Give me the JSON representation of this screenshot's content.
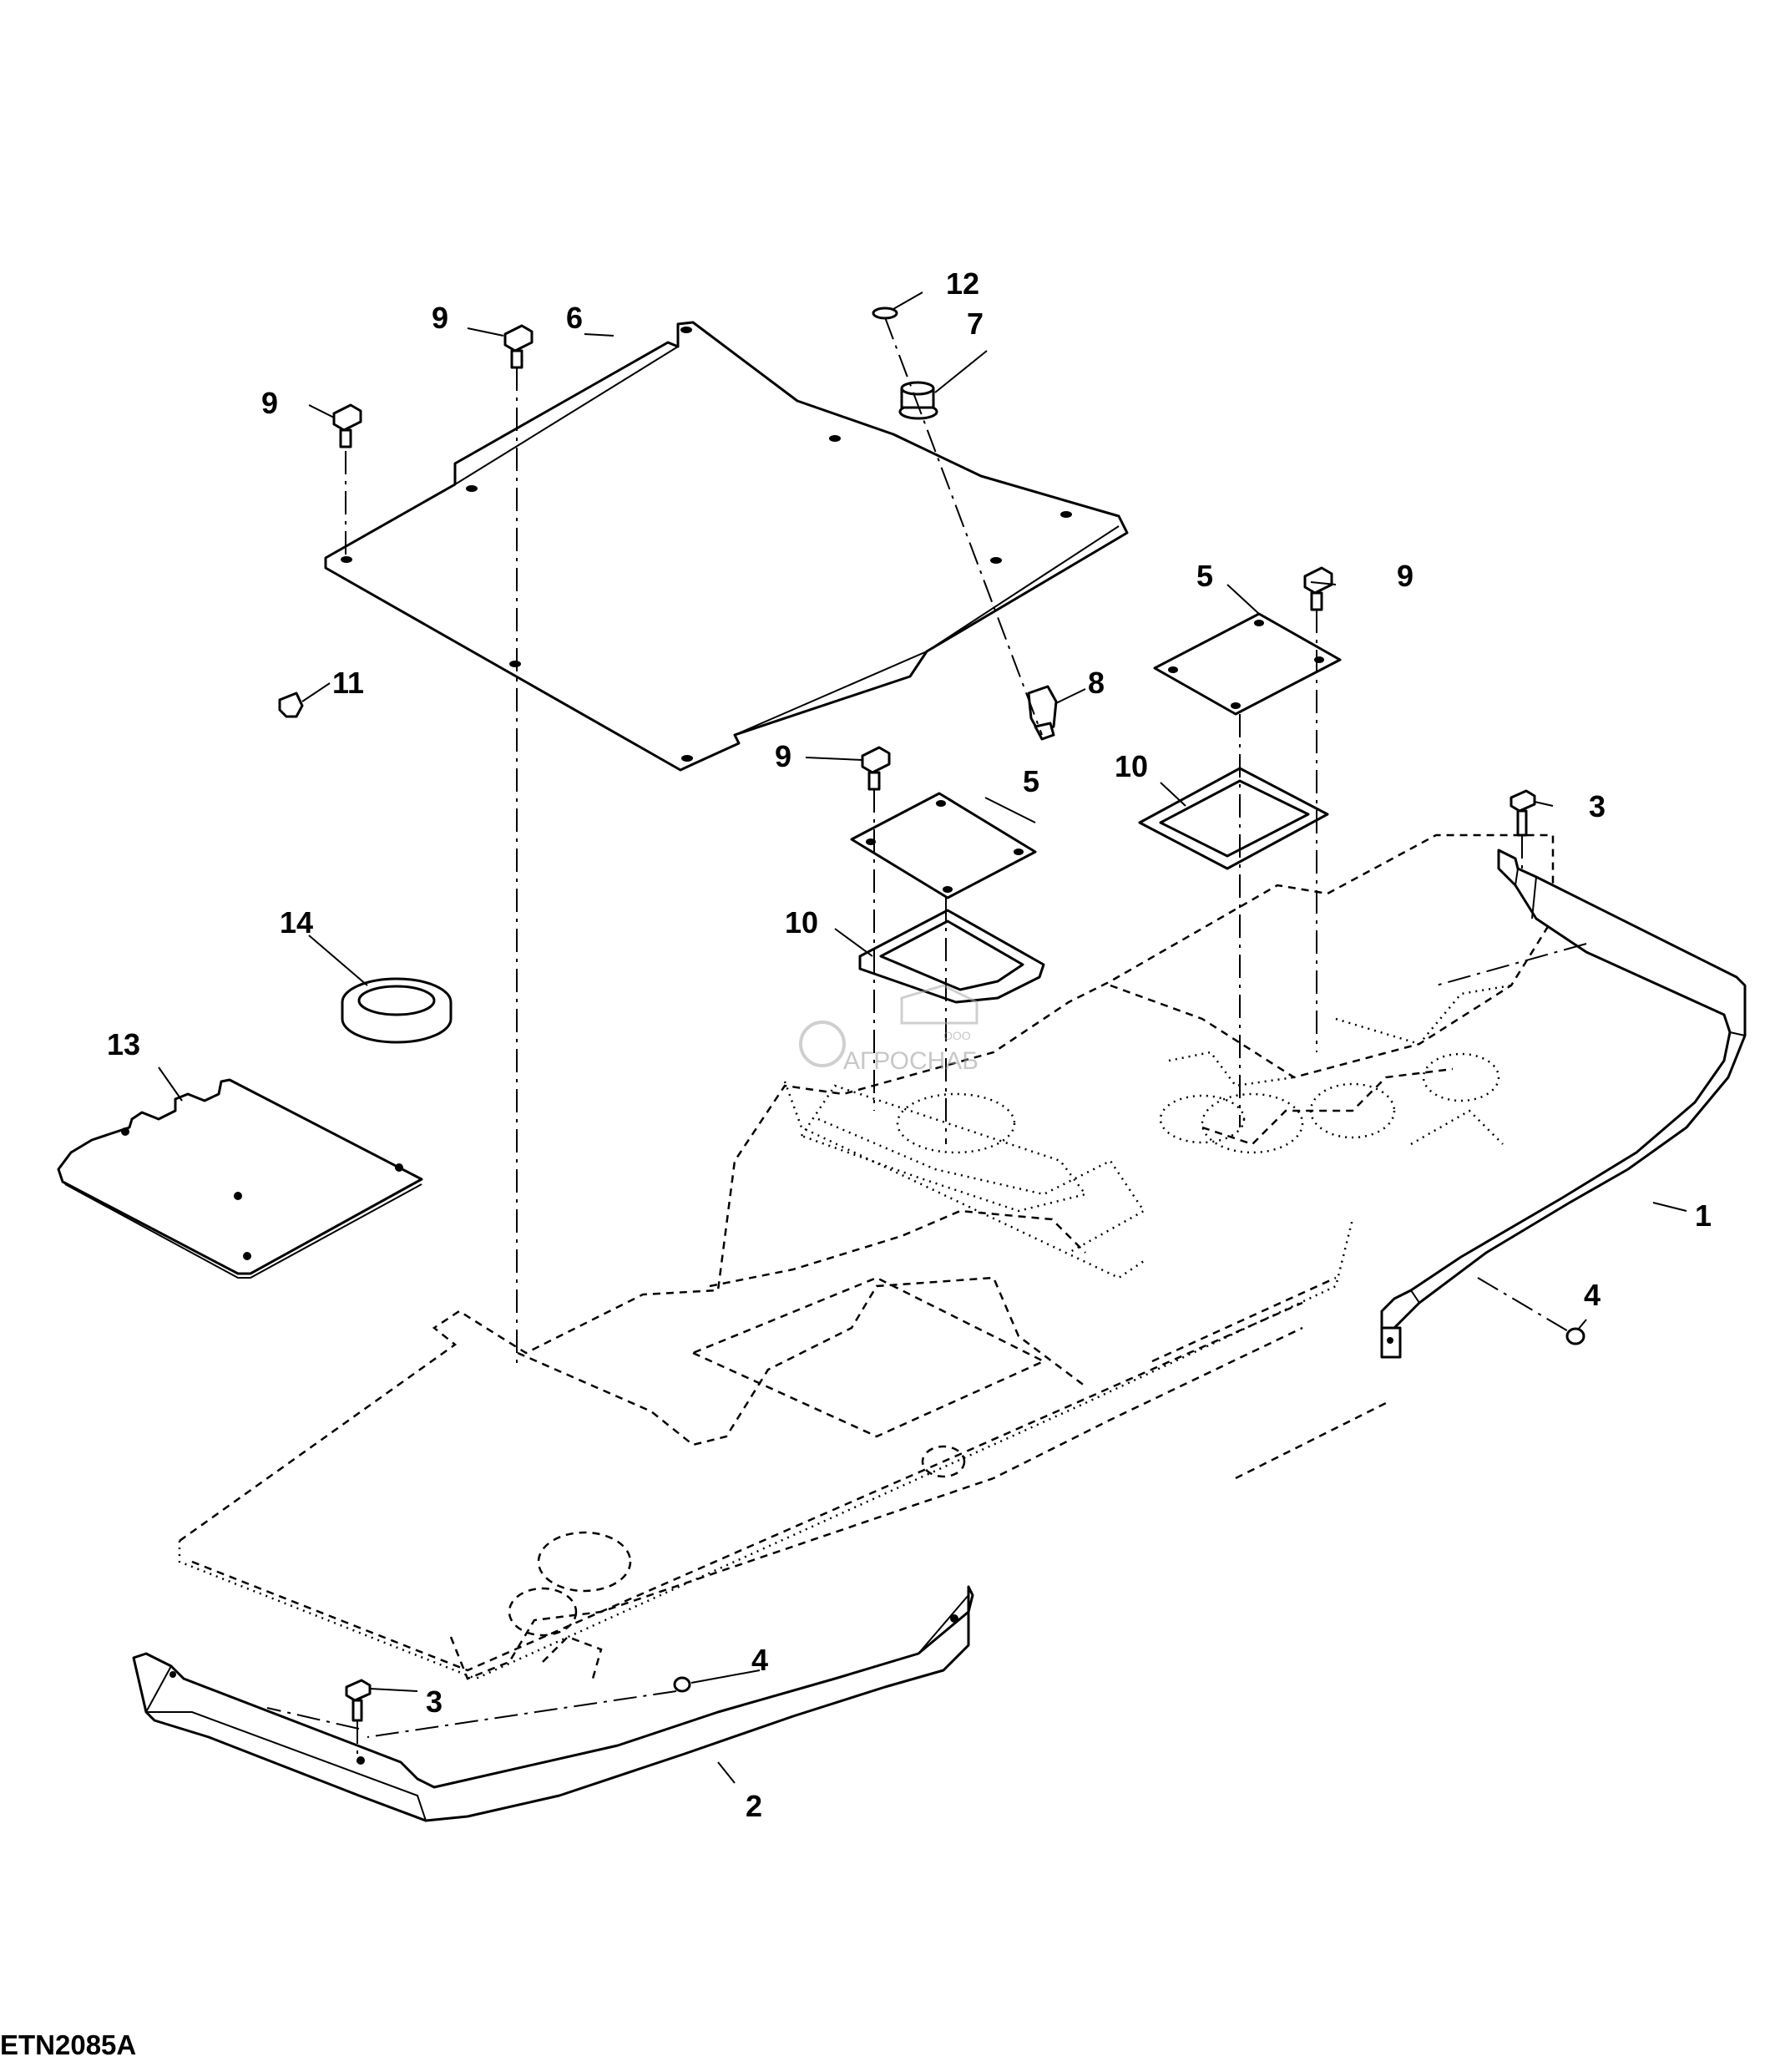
{
  "figure_id": "ETN2085A",
  "watermark": {
    "brand": "АГРОСНАБ",
    "prefix": "ООО"
  },
  "callouts": [
    "1",
    "2",
    "3",
    "3",
    "4",
    "4",
    "5",
    "5",
    "6",
    "7",
    "8",
    "9",
    "9",
    "9",
    "9",
    "10",
    "10",
    "11",
    "12",
    "13",
    "14"
  ]
}
